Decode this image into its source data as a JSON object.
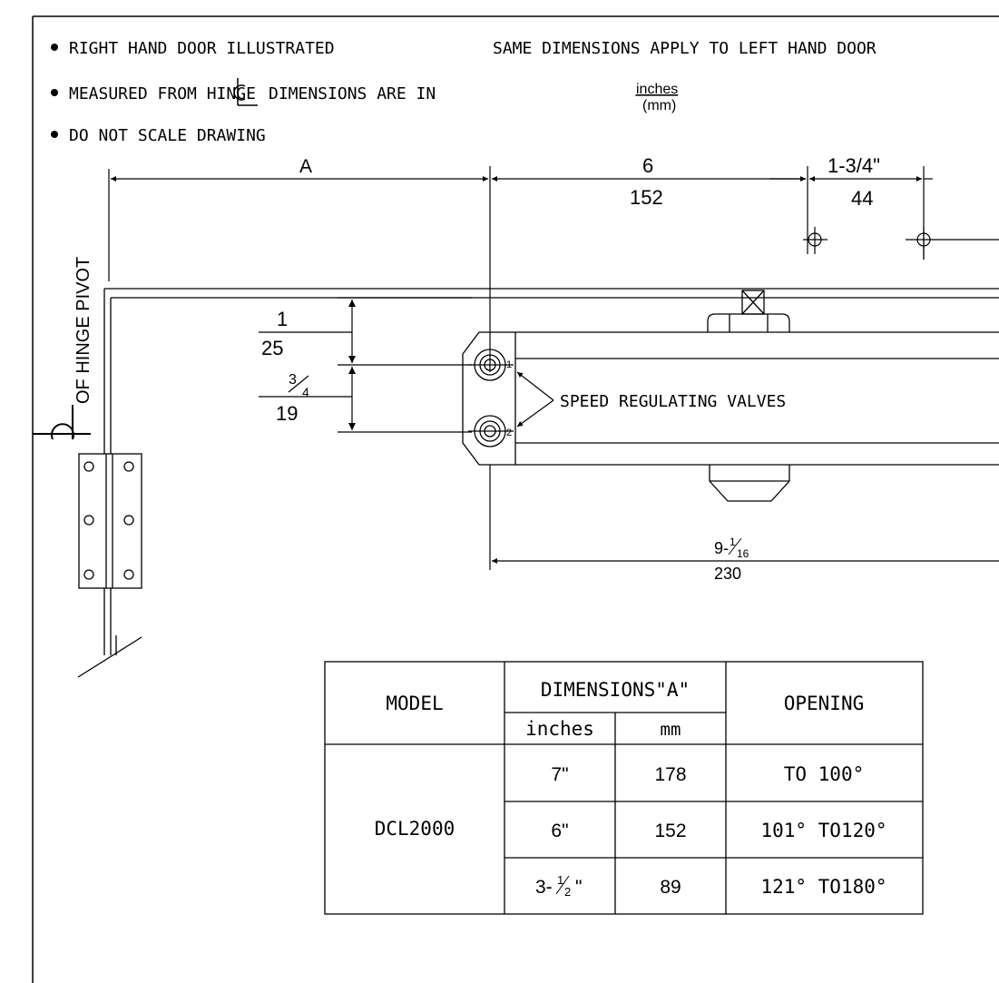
{
  "notes": [
    "RIGHT HAND DOOR ILLUSTRATED",
    "SAME DIMENSIONS APPLY TO LEFT HAND DOOR",
    "MEASURED FROM HINGE",
    "DIMENSIONS ARE IN",
    "DO NOT SCALE DRAWING"
  ],
  "units": {
    "top": "inches",
    "bottom": "(mm)"
  },
  "dims": {
    "a": "A",
    "six_in": "6",
    "six_mm": "152",
    "one34_in": "1-3/4\"",
    "one34_mm": "44",
    "one_in": "1",
    "one_mm": "25",
    "threeq_num": "3",
    "threeq_den": "4",
    "threeq_mm": "19",
    "nine_whole": "9-",
    "nine_num": "1",
    "nine_den": "16",
    "nine_mm": "230"
  },
  "labels": {
    "pivot": "OF HINGE PIVOT",
    "valves": "SPEED REGULATING VALVES",
    "valve1": "1",
    "valve2": "2"
  },
  "table": {
    "model_header": "MODEL",
    "dims_header": "DIMENSIONS\"A\"",
    "inches_header": "inches",
    "mm_header": "mm",
    "opening_header": "OPENING",
    "model": "DCL2000",
    "rows": [
      {
        "inches": "7\"",
        "mm": "178",
        "opening": "TO 100°"
      },
      {
        "inches": "6\"",
        "mm": "152",
        "opening": "101° TO120°"
      },
      {
        "inches_whole": "3-",
        "inches_num": "1",
        "inches_den": "2",
        "inches_tail": "\"",
        "mm": "89",
        "opening": "121° TO180°"
      }
    ]
  }
}
